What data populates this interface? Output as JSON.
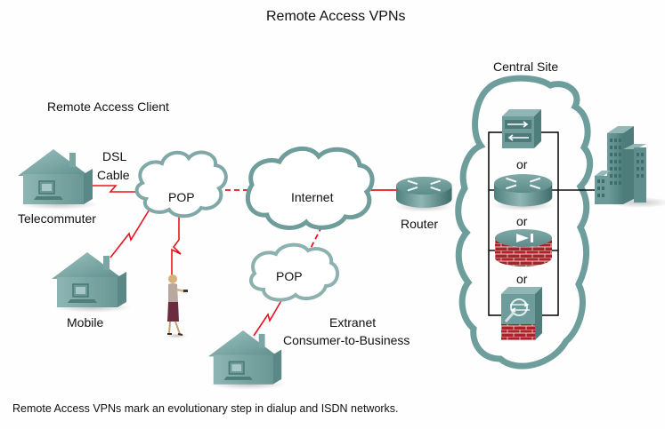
{
  "title": "Remote Access VPNs",
  "caption": "Remote Access VPNs mark an evolutionary step in dialup and ISDN networks.",
  "labels": {
    "remote_access_client": "Remote Access Client",
    "central_site": "Central Site",
    "dsl": "DSL",
    "cable": "Cable",
    "telecommuter": "Telecommuter",
    "mobile": "Mobile",
    "pop_top": "POP",
    "pop_bottom": "POP",
    "internet": "Internet",
    "router": "Router",
    "extranet": "Extranet",
    "consumer_to_business": "Consumer-to-Business",
    "or": "or"
  },
  "colors": {
    "teal": "#6e9e9c",
    "teal_dark": "#4f7f7d",
    "teal_light": "#a9c7c5",
    "link_red": "#e8141e",
    "firewall_red": "#a8222a",
    "line_black": "#111111"
  },
  "nodes": [
    {
      "id": "telecommuter-house",
      "kind": "house-icon"
    },
    {
      "id": "mobile-house",
      "kind": "house-icon"
    },
    {
      "id": "extranet-house",
      "kind": "house-icon"
    },
    {
      "id": "mobile-user",
      "kind": "person-icon"
    },
    {
      "id": "pop-top",
      "kind": "cloud"
    },
    {
      "id": "internet",
      "kind": "cloud"
    },
    {
      "id": "pop-bottom",
      "kind": "cloud"
    },
    {
      "id": "edge-router",
      "kind": "router-icon"
    },
    {
      "id": "central-site-cloud",
      "kind": "cloud"
    },
    {
      "id": "vpn-concentrator",
      "kind": "vpn-concentrator-icon"
    },
    {
      "id": "central-router",
      "kind": "router-icon"
    },
    {
      "id": "pix-firewall",
      "kind": "firewall-icon"
    },
    {
      "id": "asa-appliance",
      "kind": "asa-icon"
    },
    {
      "id": "headquarters",
      "kind": "building-icon"
    }
  ],
  "links": [
    {
      "from": "telecommuter-house",
      "to": "pop-top",
      "style": "serial-red"
    },
    {
      "from": "mobile-house",
      "to": "pop-top",
      "style": "serial-red"
    },
    {
      "from": "mobile-user",
      "to": "pop-top",
      "style": "serial-red"
    },
    {
      "from": "pop-top",
      "to": "internet",
      "style": "dashed-red"
    },
    {
      "from": "pop-bottom",
      "to": "internet",
      "style": "dashed-red"
    },
    {
      "from": "extranet-house",
      "to": "pop-bottom",
      "style": "serial-red"
    },
    {
      "from": "internet",
      "to": "edge-router",
      "style": "solid-red"
    },
    {
      "from": "central-router",
      "to": "headquarters",
      "style": "solid-black"
    }
  ]
}
